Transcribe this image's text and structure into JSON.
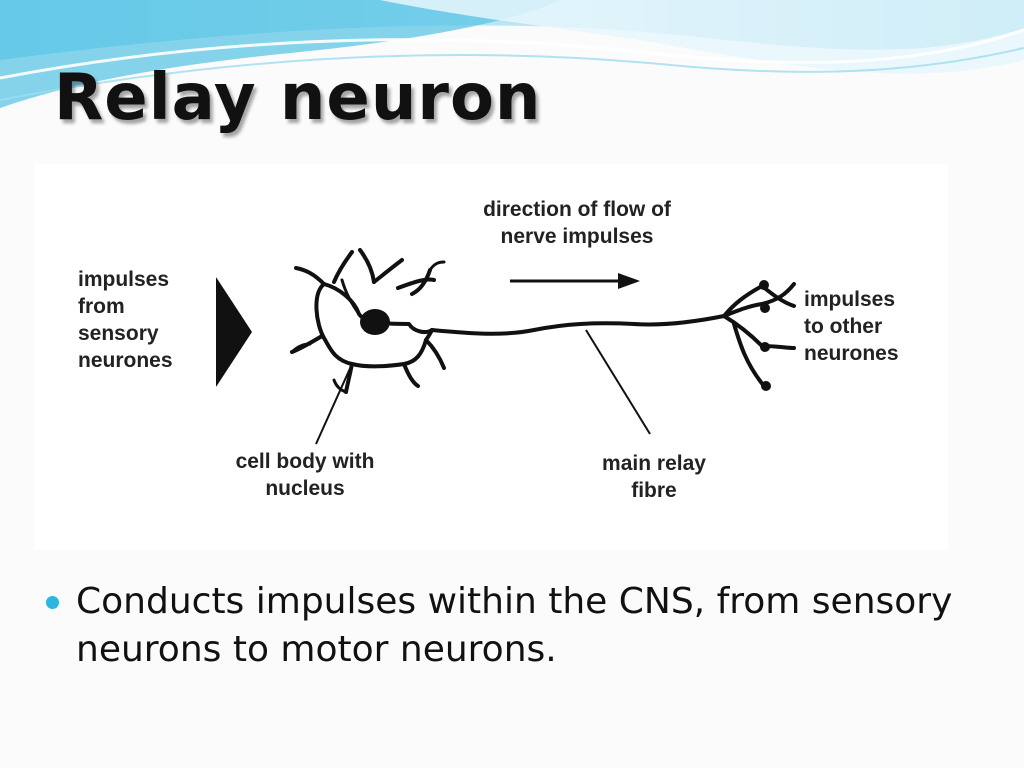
{
  "slide": {
    "title": "Relay neuron",
    "bullets": [
      "Conducts impulses within the CNS, from sensory neurons to motor neurons."
    ]
  },
  "diagram": {
    "labels": {
      "impulses_in": [
        "impulses",
        "from",
        "sensory",
        "neurones"
      ],
      "flow_direction": [
        "direction of flow of",
        "nerve impulses"
      ],
      "impulses_out": [
        "impulses",
        "to other",
        "neurones"
      ],
      "cell_body": [
        "cell body with",
        "nucleus"
      ],
      "main_fibre": [
        "main relay",
        "fibre"
      ]
    }
  },
  "colors": {
    "bullet": "#2bb5e0",
    "header_wave": "#4fc3e4",
    "ink": "#111111"
  }
}
